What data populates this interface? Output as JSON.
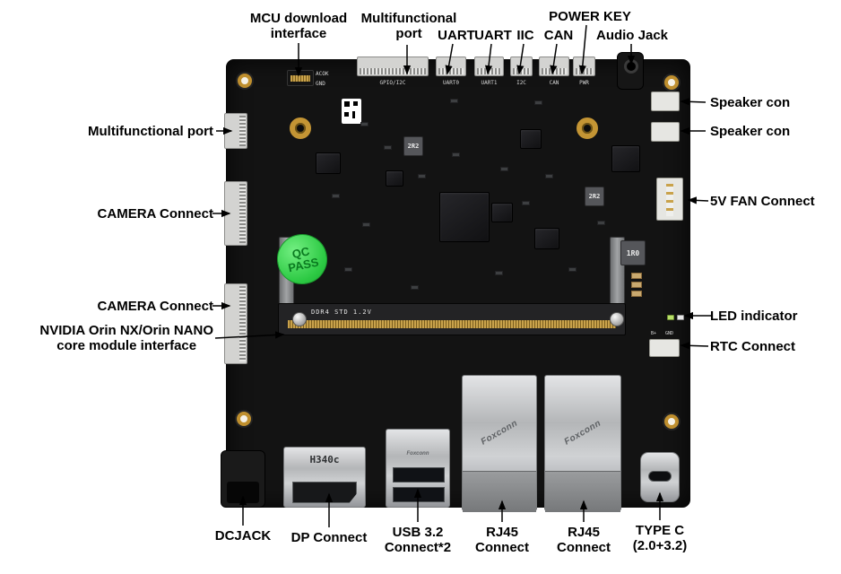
{
  "callouts": {
    "top": [
      {
        "text": "MCU download\ninterface"
      },
      {
        "text": "Multifunctional\nport"
      },
      {
        "text": "UART"
      },
      {
        "text": "UART"
      },
      {
        "text": "IIC"
      },
      {
        "text": "CAN"
      },
      {
        "text": "POWER KEY"
      },
      {
        "text": "Audio Jack"
      }
    ],
    "right": [
      {
        "text": "Speaker con"
      },
      {
        "text": "Speaker con"
      },
      {
        "text": "5V FAN Connect"
      },
      {
        "text": "LED indicator"
      },
      {
        "text": "RTC Connect"
      }
    ],
    "left": [
      {
        "text": "Multifunctional port"
      },
      {
        "text": "CAMERA Connect"
      },
      {
        "text": "CAMERA Connect"
      },
      {
        "text": "NVIDIA Orin NX/Orin NANO\ncore module interface"
      }
    ],
    "bottom": [
      {
        "text": "DCJACK"
      },
      {
        "text": "DP Connect"
      },
      {
        "text": "USB 3.2\nConnect*2"
      },
      {
        "text": "RJ45\nConnect"
      },
      {
        "text": "RJ45\nConnect"
      },
      {
        "text": "TYPE C\n(2.0+3.2)"
      }
    ]
  },
  "board": {
    "qc_sticker": "QC\nPASS",
    "sodimm_label": "DDR4  STD 1.2V",
    "dp_marking": "H340c",
    "rj45_marking": "Foxconn",
    "usb_marking": "Foxconn",
    "inductor_2r2": "2R2",
    "inductor_1r0": "1R0",
    "silkscreen": {
      "acok": "ACOK",
      "gnd": "GND",
      "gpio_i2c": "GPIO/I2C",
      "uart0": "UART0",
      "uart1": "UART1",
      "i2c": "I2C",
      "can": "CAN",
      "pwr": "PWR",
      "b_plus": "B+",
      "gnd_rtc": "GND"
    }
  }
}
